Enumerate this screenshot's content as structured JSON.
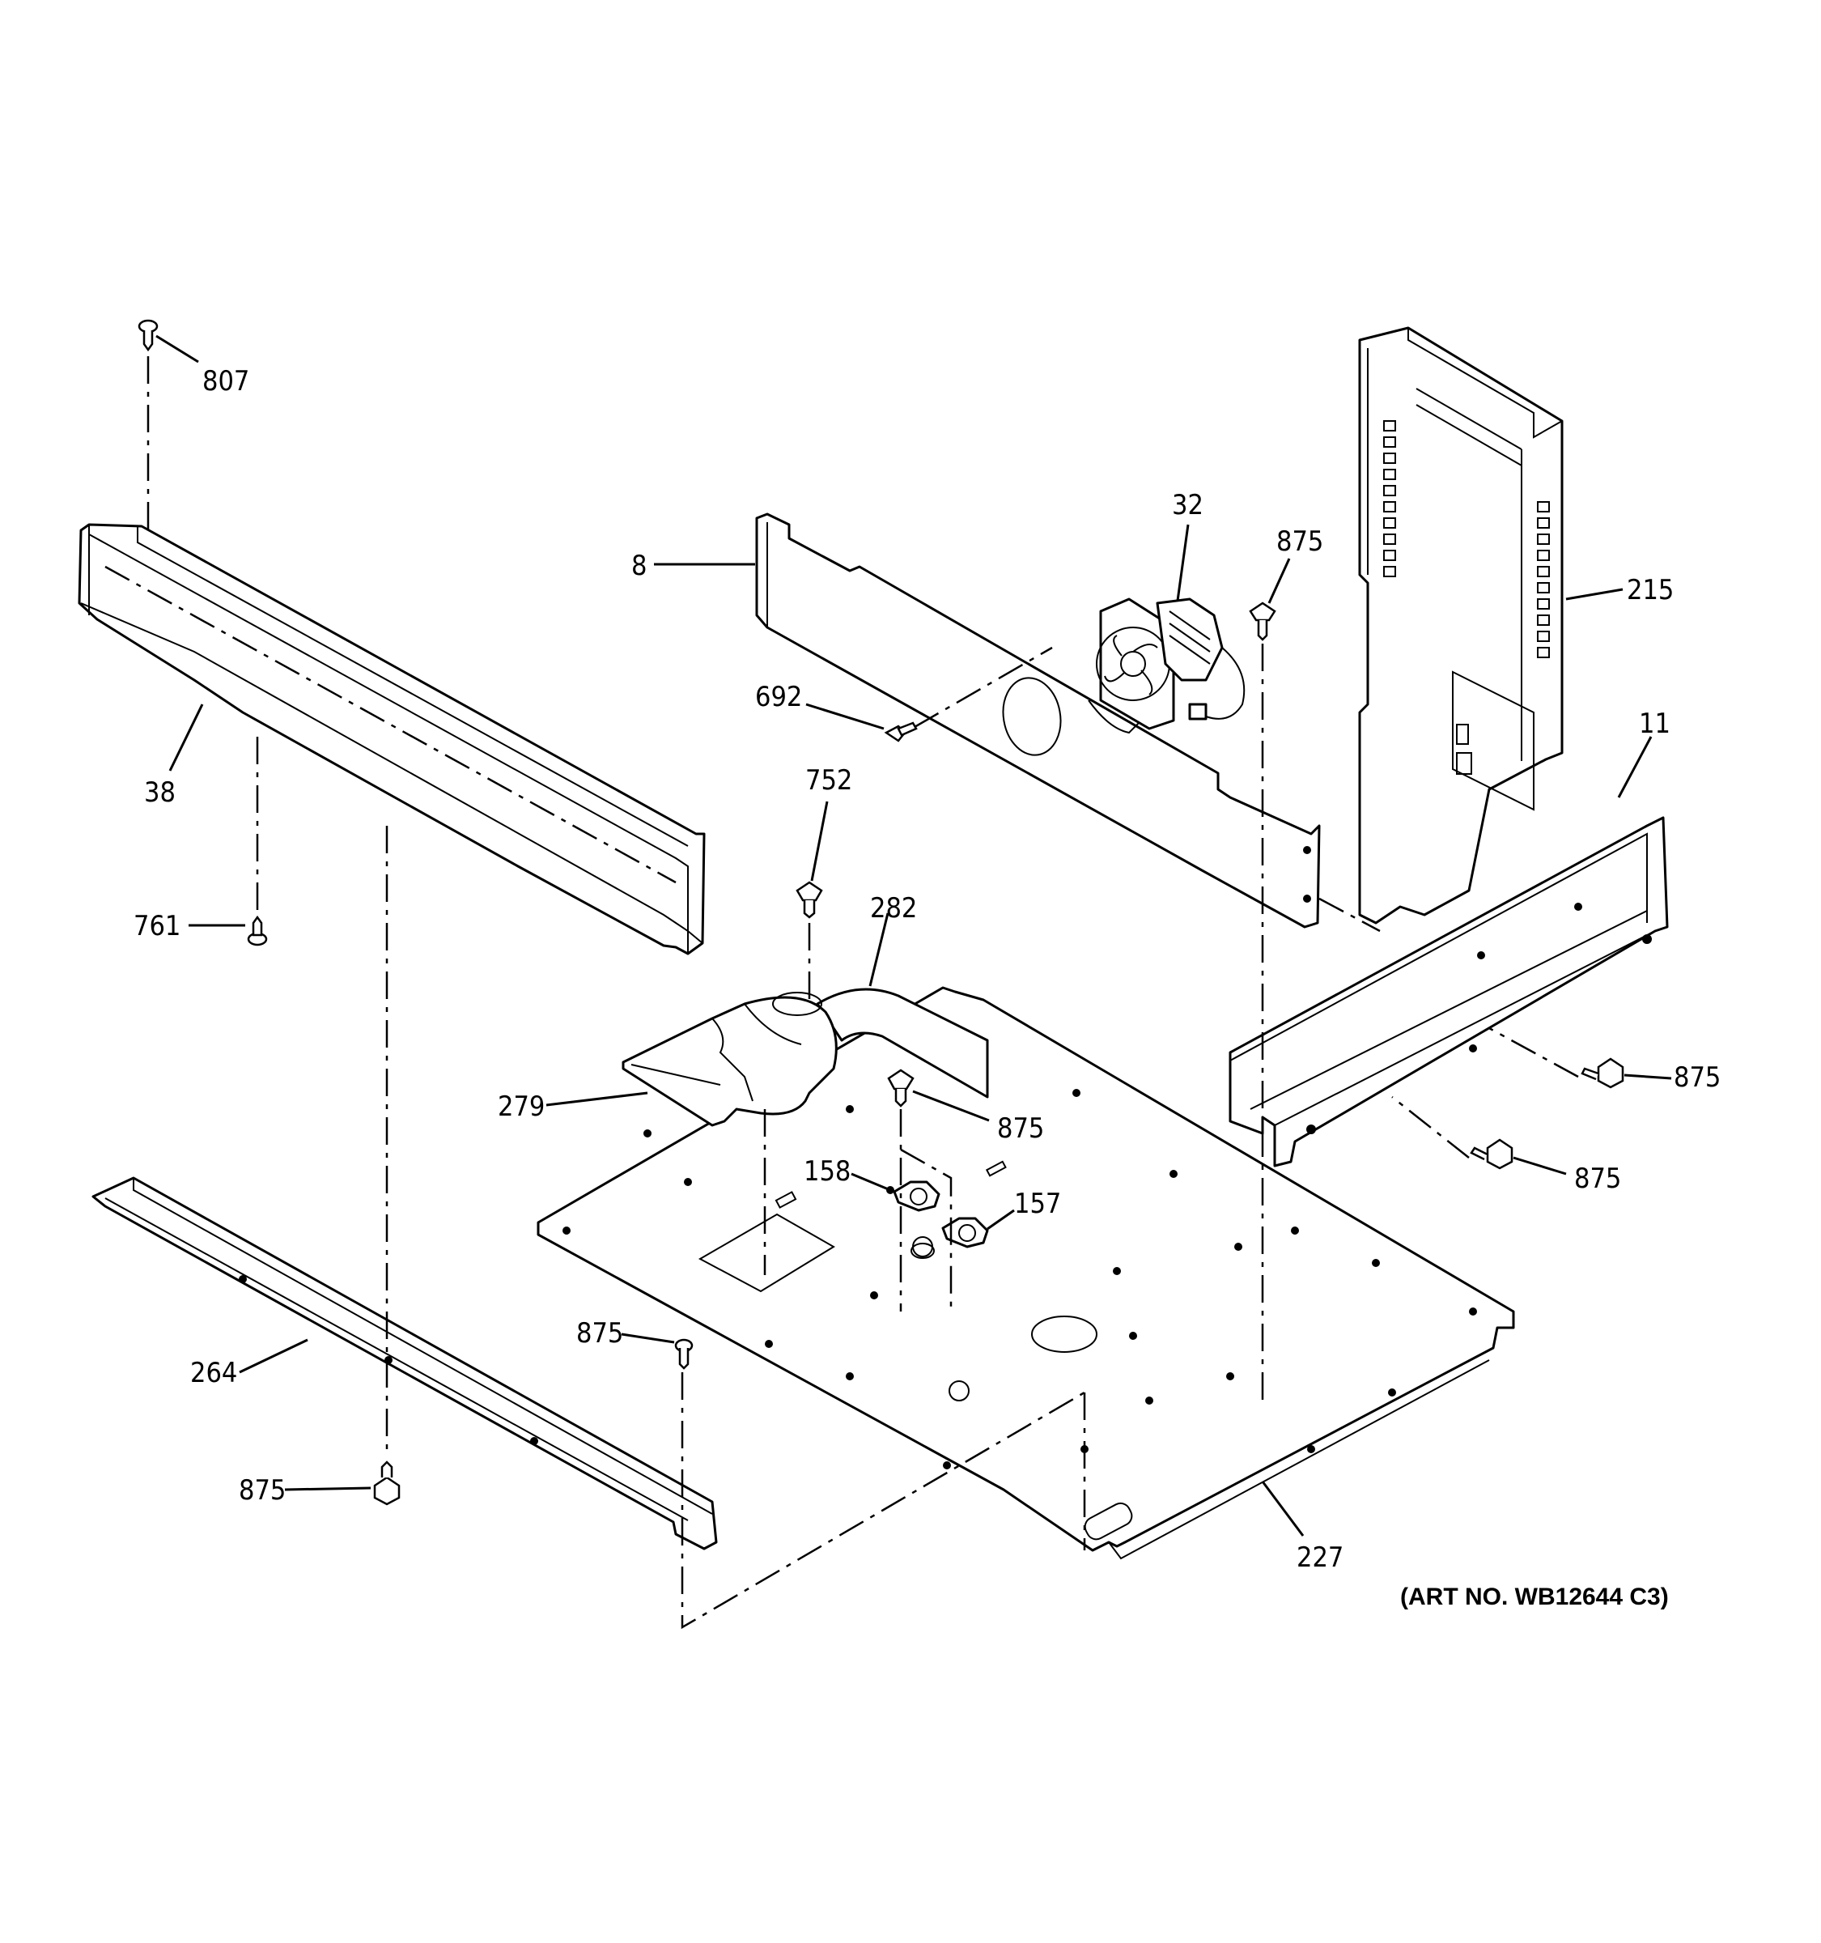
{
  "callouts": {
    "c807": "807",
    "c38": "38",
    "c761": "761",
    "c264": "264",
    "c875_left": "875",
    "c8": "8",
    "c692": "692",
    "c32": "32",
    "c875_top": "875",
    "c215": "215",
    "c11": "11",
    "c752": "752",
    "c282": "282",
    "c279": "279",
    "c875_mid": "875",
    "c158": "158",
    "c157": "157",
    "c875_bottom": "875",
    "c875_right1": "875",
    "c875_right2": "875",
    "c227": "227"
  },
  "art_number": "(ART NO. WB12644 C3)"
}
